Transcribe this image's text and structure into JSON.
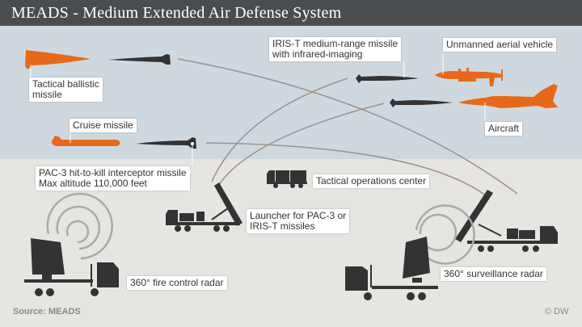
{
  "header": {
    "title": "MEADS - Medium Extended Air Defense System"
  },
  "labels": {
    "tactical_ballistic_missile": "Tactical ballistic\nmissile",
    "iris_t": "IRIS-T medium-range missile\nwith infrared-imaging",
    "uav": "Unmanned aerial vehicle",
    "aircraft": "Aircraft",
    "cruise_missile": "Cruise missile",
    "pac3": "PAC-3 hit-to-kill interceptor missile\nMax altitude 110,000 feet",
    "toc": "Tactical operations center",
    "launcher": "Launcher for PAC-3 or\nIRIS-T missiles",
    "fire_control_radar": "360° fire control radar",
    "surveillance_radar": "360° surveillance radar"
  },
  "footer": {
    "source": "Source: MEADS",
    "copyright": "© DW"
  },
  "colors": {
    "threat": "#e8681a",
    "defense": "#333333",
    "sky": "#cfd8df",
    "ground": "#e6e5e1",
    "title_bar": "#4a4d50"
  }
}
